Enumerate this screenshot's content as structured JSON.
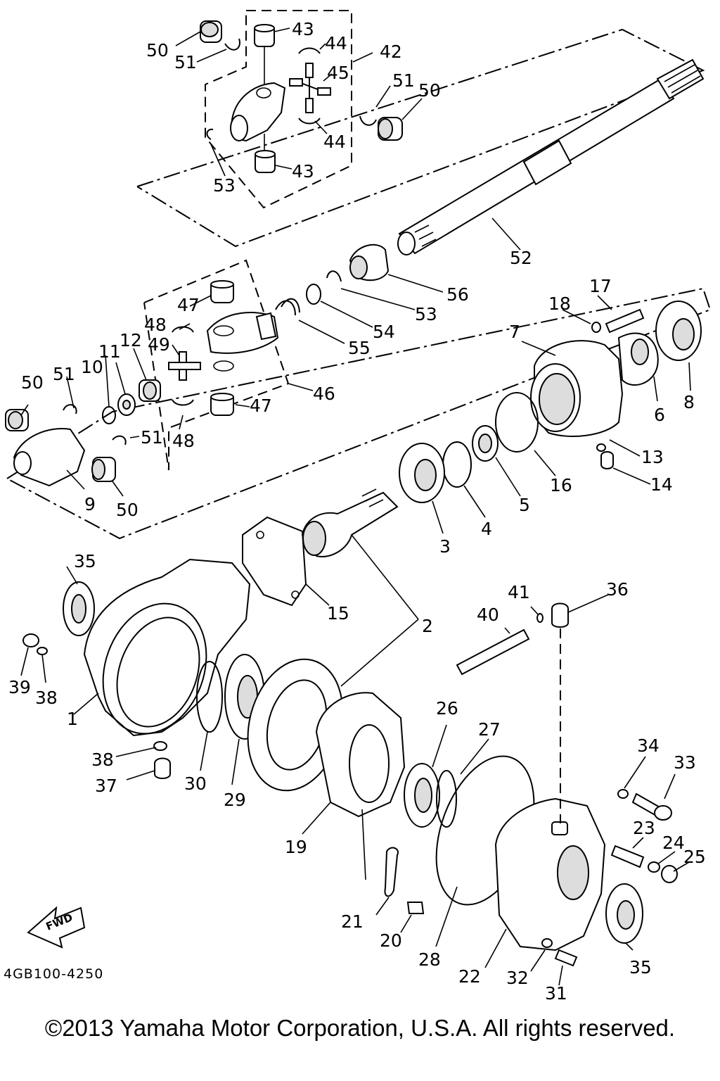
{
  "diagram": {
    "part_numbers": [
      "1",
      "2",
      "3",
      "4",
      "5",
      "6",
      "7",
      "8",
      "9",
      "10",
      "11",
      "12",
      "13",
      "14",
      "15",
      "16",
      "17",
      "18",
      "19",
      "20",
      "21",
      "22",
      "23",
      "24",
      "25",
      "26",
      "27",
      "28",
      "29",
      "30",
      "31",
      "32",
      "33",
      "34",
      "35",
      "36",
      "37",
      "38",
      "39",
      "40",
      "41",
      "42",
      "43",
      "44",
      "45",
      "46",
      "47",
      "48",
      "49",
      "50",
      "51",
      "52",
      "53",
      "54",
      "55",
      "56"
    ],
    "diagram_code": "4GB100-4250",
    "fwd_label": "FWD"
  },
  "footer": {
    "copyright": "©2013 Yamaha Motor Corporation, U.S.A. All rights reserved."
  }
}
